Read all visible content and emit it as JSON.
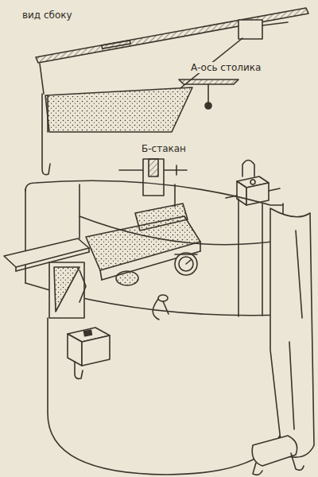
{
  "diagram": {
    "labels": [
      "вид сбоку",
      "А-ось столика",
      "Б-стакан"
    ]
  }
}
